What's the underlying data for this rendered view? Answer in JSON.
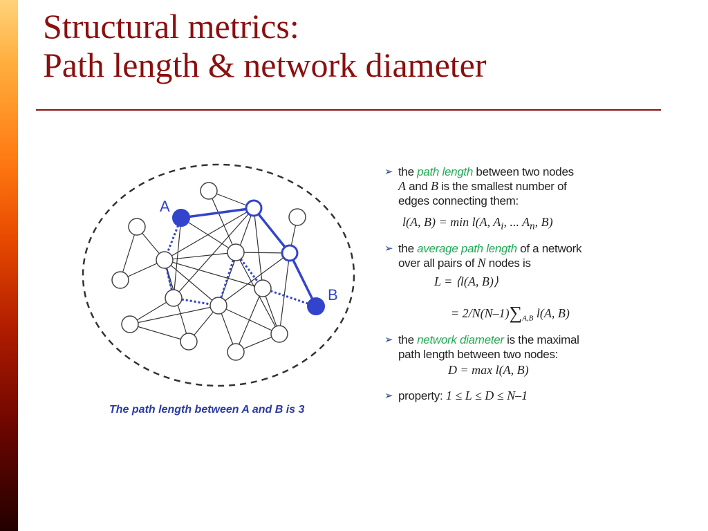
{
  "slide": {
    "title_line1": "Structural metrics:",
    "title_line2": "Path length & network diameter"
  },
  "diagram": {
    "node_a_label": "A",
    "node_b_label": "B",
    "caption": "The path length between A and B is 3",
    "colors": {
      "path_blue": "#3344cc",
      "edge_gray": "#333333",
      "boundary": "#333333"
    }
  },
  "bullets": {
    "b1": {
      "t1": "the ",
      "kw": "path length",
      "t2": " between two nodes",
      "a": "A",
      "t3": " and ",
      "b": "B",
      "t4": " is the smallest number of",
      "t5": "edges connecting them:",
      "formula": "l(A, B) = min l(A, A",
      "formula_sub1": "i",
      "formula_mid": ", ... A",
      "formula_sub2": "n",
      "formula_end": ", B)"
    },
    "b2": {
      "t1": "the ",
      "kw": "average path length",
      "t2": " of a network",
      "t3": "over all pairs of ",
      "n": "N",
      "t4": " nodes is",
      "formula1": "L = ⟨l(A, B)⟩",
      "formula2_pre": "= 2/N(N–1)",
      "formula2_sum": "∑",
      "formula2_sub": "A,B",
      "formula2_post": " l(A, B)"
    },
    "b3": {
      "t1": "the ",
      "kw": "network diameter",
      "t2": " is the maximal",
      "t3": "path length between two nodes:",
      "formula": "D = max l(A, B)"
    },
    "b4": {
      "t1": "property: ",
      "formula": "1 ≤ L ≤ D ≤ N–1"
    }
  }
}
